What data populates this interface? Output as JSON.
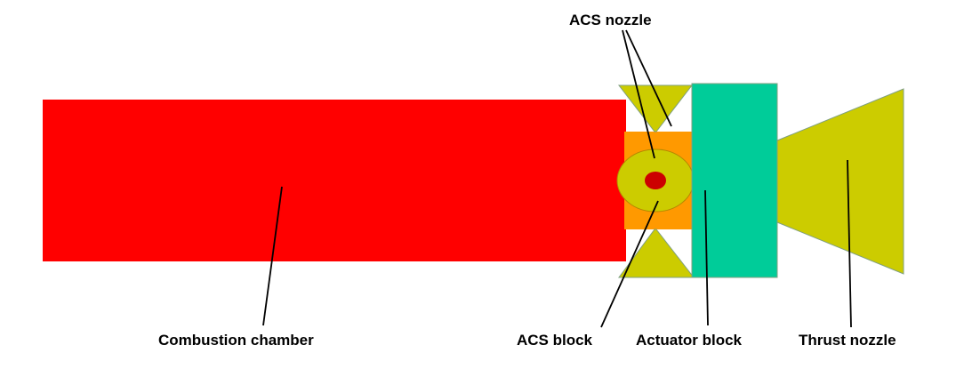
{
  "diagram": {
    "labels": {
      "acs_nozzle": "ACS nozzle",
      "combustion_chamber": "Combustion chamber",
      "acs_block": "ACS block",
      "actuator_block": "Actuator block",
      "thrust_nozzle": "Thrust nozzle"
    },
    "colors": {
      "combustion_chamber": "#ff0000",
      "acs_block": "#ff9900",
      "acs_nozzle": "#cccc00",
      "acs_nozzle_port": "#cc0000",
      "actuator_block": "#00cc99",
      "thrust_nozzle": "#cccc00",
      "leader_lines": "#000000"
    }
  }
}
